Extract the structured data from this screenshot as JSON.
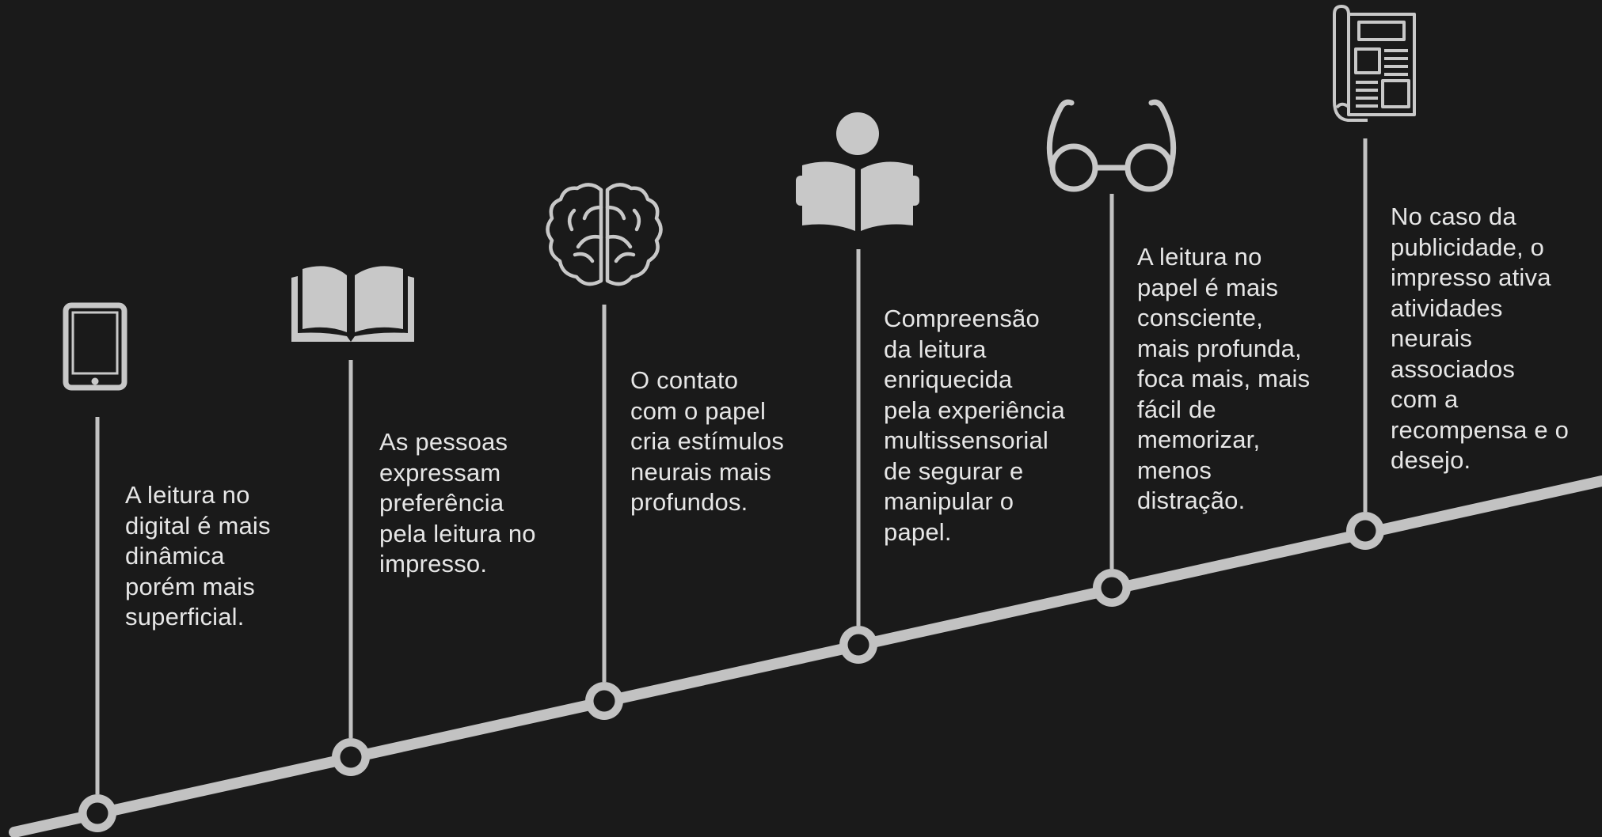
{
  "colors": {
    "background": "#1a1a1a",
    "line": "#c2c2c2",
    "icon": "#c8c8c8",
    "text": "#e6e6e6"
  },
  "steps": [
    {
      "icon": "tablet-icon",
      "text": "A leitura no\ndigital é mais\ndinâmica\nporém mais\nsuperficial."
    },
    {
      "icon": "open-book-icon",
      "text": "As pessoas\nexpressam\npreferência\npela leitura no\nimpresso."
    },
    {
      "icon": "brain-icon",
      "text": "O contato\ncom o papel\ncria estímulos\nneurais mais\nprofundos."
    },
    {
      "icon": "person-reading-icon",
      "text": "Compreensão\nda leitura\nenriquecida\npela experiência\nmultissensorial\nde segurar e\nmanipular o\npapel."
    },
    {
      "icon": "glasses-icon",
      "text": "A leitura no\npapel é mais\nconsciente,\nmais profunda,\nfoca mais, mais\nfácil de\nmemorizar,\nmenos\ndistração."
    },
    {
      "icon": "newspaper-icon",
      "text": "No caso da\npublicidade, o\nimpresso ativa\natividades\nneurais\nassociados\ncom a\nrecompensa e o\ndesejo."
    }
  ]
}
